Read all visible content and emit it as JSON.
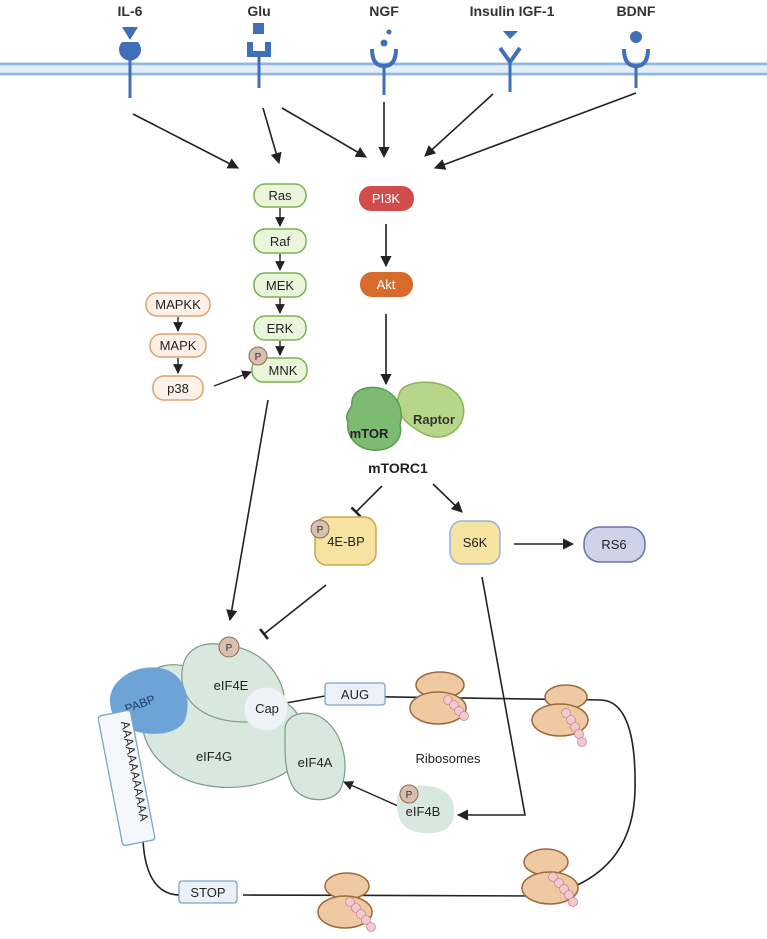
{
  "receptors": {
    "il6": "IL-6",
    "glu": "Glu",
    "ngf": "NGF",
    "insulin": "Insulin IGF-1",
    "bdnf": "BDNF"
  },
  "mapk_pathway": {
    "ras": "Ras",
    "raf": "Raf",
    "mek": "MEK",
    "erk": "ERK",
    "mnk": "MNK"
  },
  "p38_pathway": {
    "mapkk": "MAPKK",
    "mapk": "MAPK",
    "p38": "p38"
  },
  "pi3k_pathway": {
    "pi3k": "PI3K",
    "akt": "Akt"
  },
  "mtorc1": {
    "mtor": "mTOR",
    "raptor": "Raptor",
    "label": "mTORC1"
  },
  "effectors": {
    "ebp": "4E-BP",
    "s6k": "S6K",
    "rs6": "RS6"
  },
  "phospho_label": "P",
  "translation": {
    "pabp": "PABP",
    "eif4e": "eIF4E",
    "cap": "Cap",
    "eif4g": "eIF4G",
    "eif4a": "eIF4A",
    "eif4b": "eIF4B",
    "aug": "AUG",
    "stop": "STOP",
    "polya": "AAAAAAAAAAAA",
    "ribosomes": "Ribosomes"
  },
  "colors": {
    "membrane": "#bcd8f2",
    "receptor": "#3f6fb6",
    "ras_fill": "#eaf6dc",
    "ras_stroke": "#7bb04e",
    "mapkk_fill": "#fdf0e6",
    "mapkk_stroke": "#e0a070",
    "pi3k": "#d34c4c",
    "akt": "#d86a2c",
    "mtor": "#7dbb73",
    "raptor": "#b8d68a",
    "ebp_fill": "#f7e3a1",
    "rs6_fill": "#cfd3ea",
    "eif_complex": "#d9e8df",
    "pabp": "#6da3d6",
    "ribosome": "#eec9a1",
    "ribosome_stroke": "#9b6a3c",
    "peptide": "#f2c9cf"
  }
}
